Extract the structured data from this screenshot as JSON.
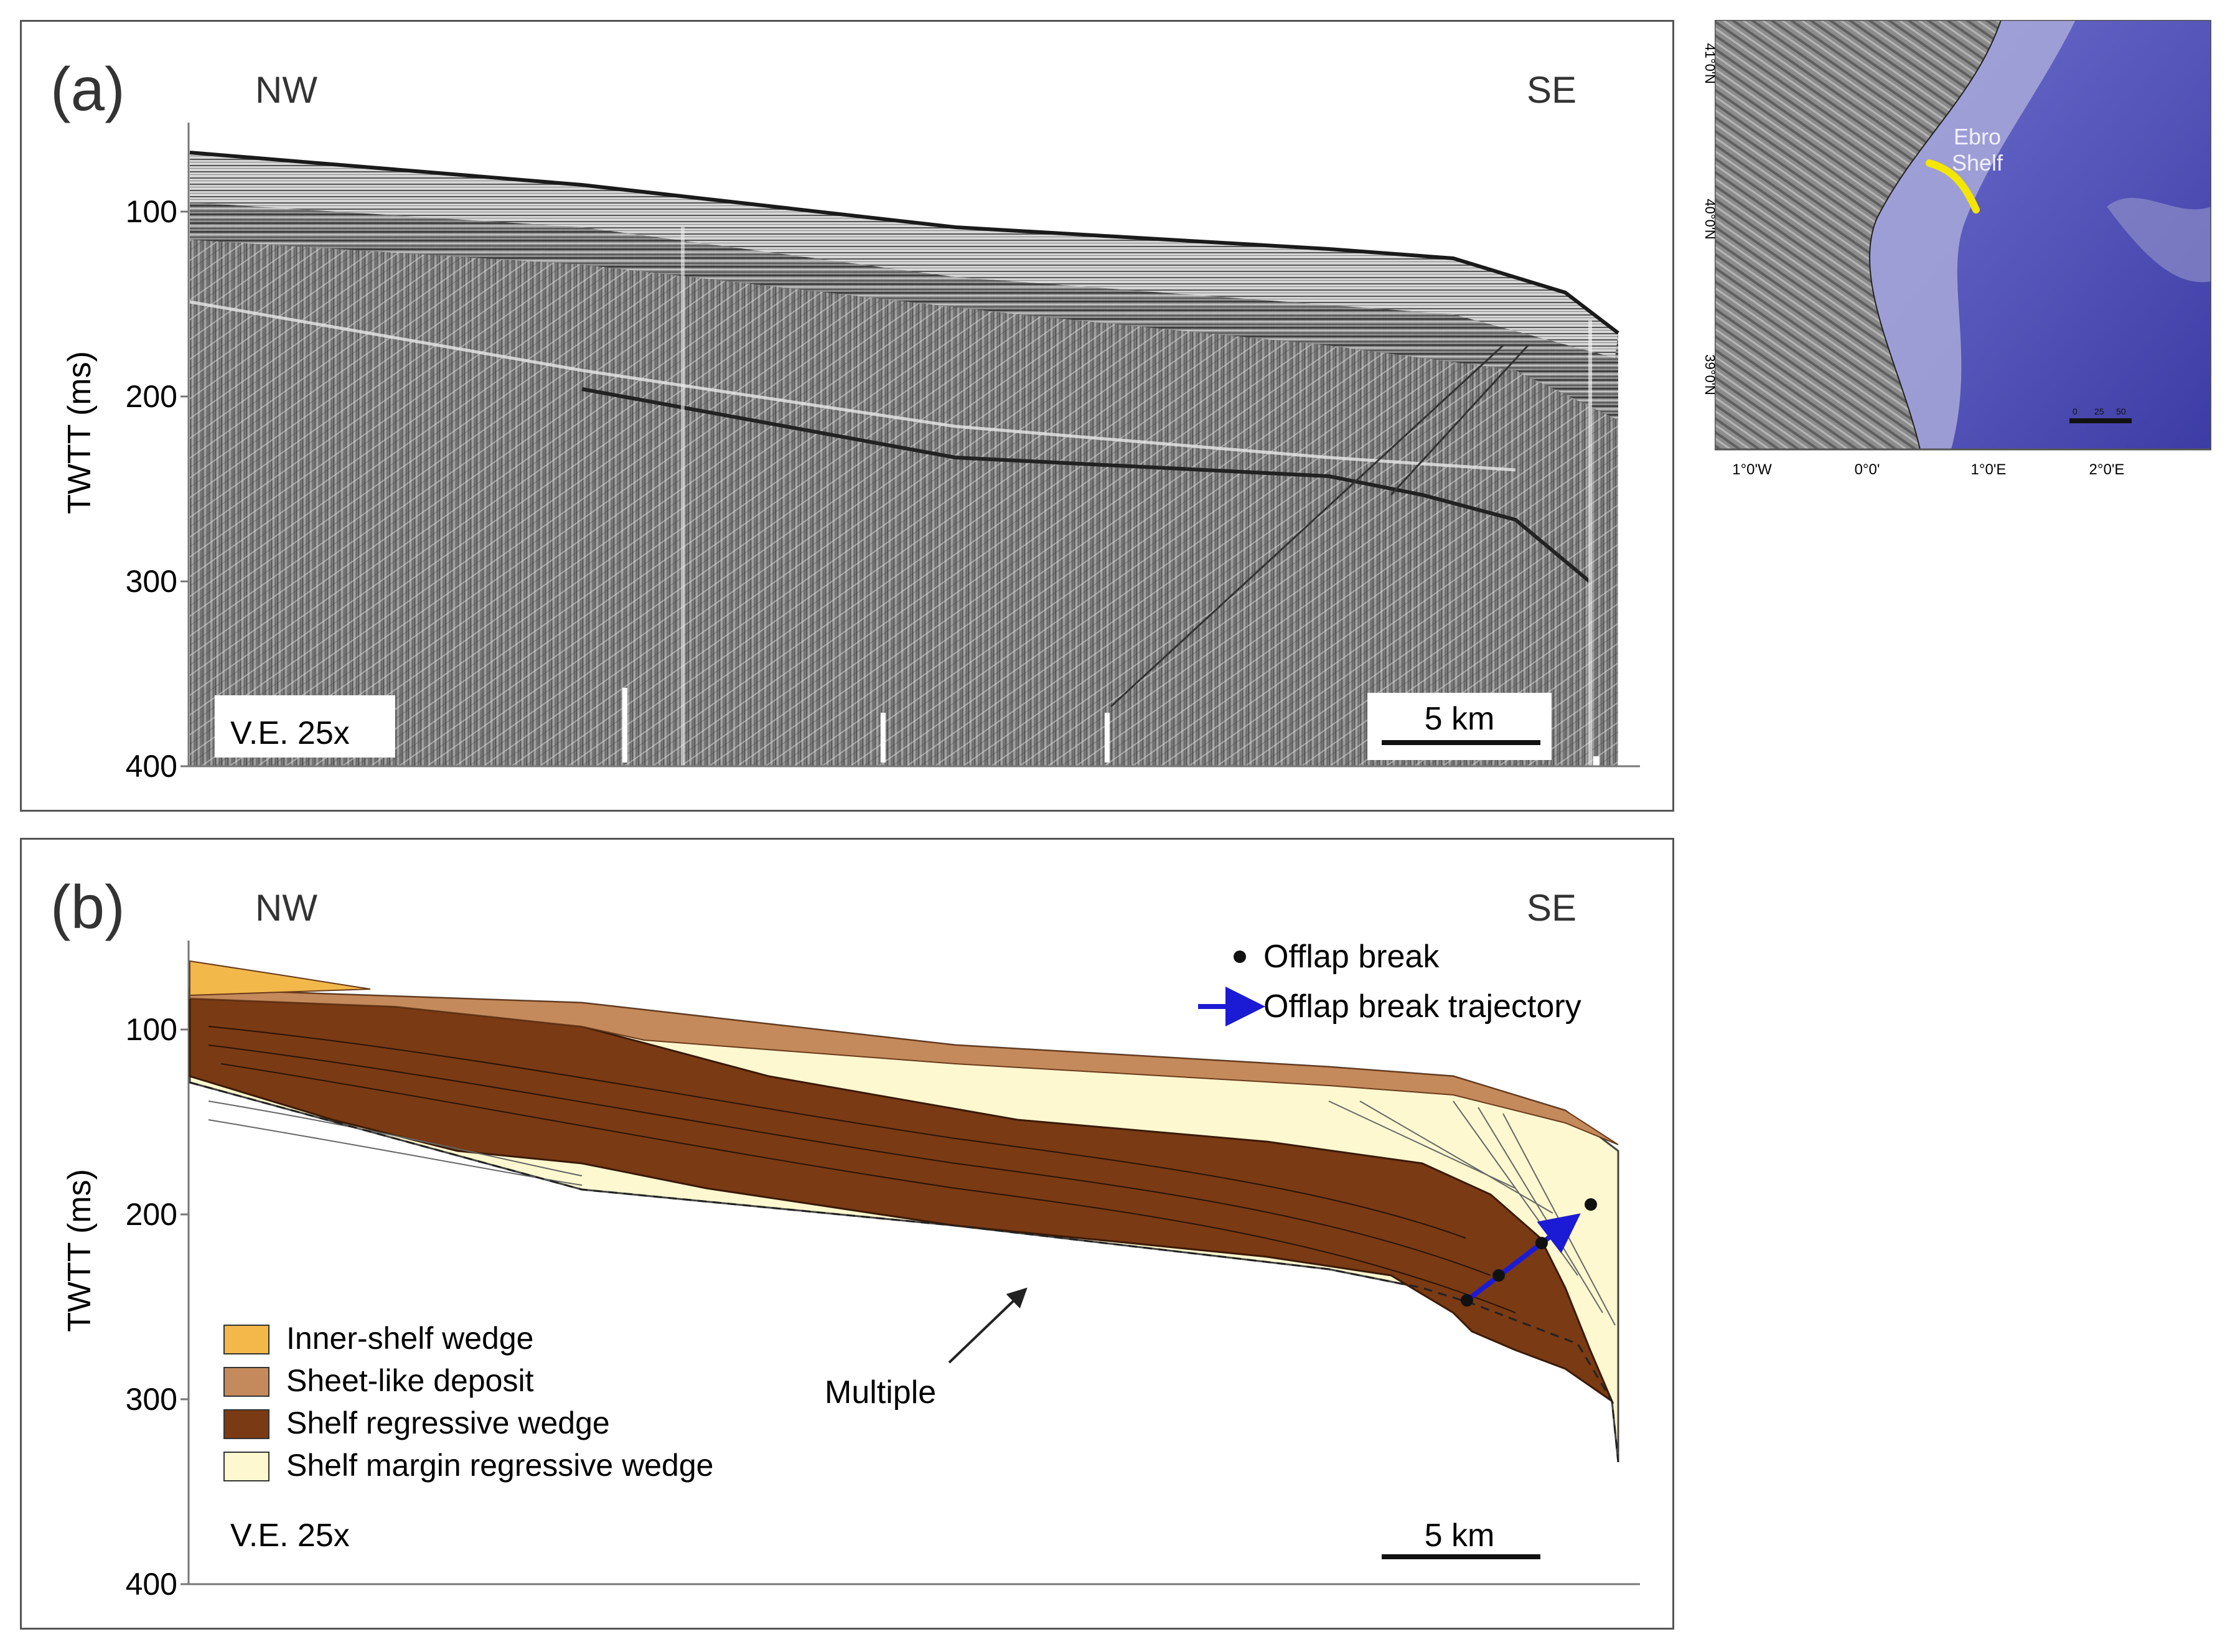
{
  "panel_a": {
    "letter": "(a)",
    "dir_left": "NW",
    "dir_right": "SE",
    "y_axis_label": "TWTT (ms)",
    "y_ticks": [
      "100",
      "200",
      "300",
      "400"
    ],
    "ve": "V.E. 25x",
    "scale": "5 km"
  },
  "panel_b": {
    "letter": "(b)",
    "dir_left": "NW",
    "dir_right": "SE",
    "y_axis_label": "TWTT (ms)",
    "y_ticks": [
      "100",
      "200",
      "300",
      "400"
    ],
    "ve": "V.E. 25x",
    "scale": "5 km",
    "legend_symbols": [
      {
        "label": "Offlap break"
      },
      {
        "label": "Offlap break trajectory"
      }
    ],
    "legend_units": [
      {
        "label": "Inner-shelf wedge",
        "color": "#f2b84a"
      },
      {
        "label": "Sheet-like deposit",
        "color": "#c48a5c"
      },
      {
        "label": "Shelf regressive wedge",
        "color": "#7a3a14"
      },
      {
        "label": "Shelf margin regressive wedge",
        "color": "#fdf8cf"
      }
    ],
    "annotation": "Multiple"
  },
  "map": {
    "label_line1": "Ebro",
    "label_line2": "Shelf",
    "lat_labels": [
      "41°0'N",
      "40°0'N",
      "39°0'N"
    ],
    "lon_labels": [
      "1°0'W",
      "0°0'",
      "1°0'E",
      "2°0'E"
    ],
    "scale_labels": [
      "0",
      "25",
      "50"
    ],
    "line_color": "#f5e600",
    "sea_color": "#4a4bb5",
    "land_color": "#8c8c8c"
  }
}
